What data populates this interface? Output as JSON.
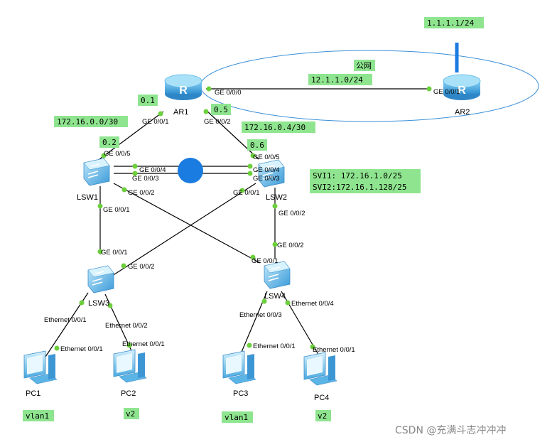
{
  "colors": {
    "link": "#000000",
    "port_dot": "#6ccf3c",
    "tag_bg": "#8fe58f",
    "cloud_stroke": "#3a8fd8",
    "eth_trunk": "#1a7be0",
    "uplink": "#1a7be0",
    "device_blue": "#4fb3e8"
  },
  "devices": {
    "ar1": "AR1",
    "ar2": "AR2",
    "lsw1": "LSW1",
    "lsw2": "LSW2",
    "lsw3": "LSW3",
    "lsw4": "LSW4",
    "pc1": "PC1",
    "pc2": "PC2",
    "pc3": "PC3",
    "pc4": "PC4"
  },
  "tags": {
    "public_ip": "1.1.1.1/24",
    "wan_net": "12.1.1.0/24",
    "public_net": "公网",
    "ar1_g001_ip": "0.1",
    "ar1_g002_ip": "0.5",
    "net_left": "172.16.0.0/30",
    "net_right": "172.16.0.4/30",
    "lsw1_ip": "0.2",
    "lsw2_ip": "0.6",
    "svi1": "SVI1: 172.16.1.0/25",
    "svi2": "SVI2:172.16.1.128/25",
    "pc1_vlan": "vlan1",
    "pc2_vlan": "v2",
    "pc3_vlan": "vlan1",
    "pc4_vlan": "v2"
  },
  "ports": {
    "ar1_g000": "GE 0/0/0",
    "ar2_g001": "GE 0/0/1",
    "ar1_g001": "GE 0/0/1",
    "ar1_g002": "GE 0/0/2",
    "lsw1_g005": "GE 0/0/5",
    "lsw1_g004": "GE 0/0/4",
    "lsw1_g003": "GE 0/0/3",
    "lsw1_g002": "GE 0/0/2",
    "lsw1_g001": "GE 0/0/1",
    "lsw2_g005": "GE 0/0/5",
    "lsw2_g004": "GE 0/0/4",
    "lsw2_g003": "GE 0/0/3",
    "lsw2_g001": "GE 0/0/1",
    "lsw2_g002": "GE 0/0/2",
    "lsw3_g001": "GE 0/0/1",
    "lsw3_g002": "GE 0/0/2",
    "lsw4_g002": "GE 0/0/2",
    "lsw4_g001": "GE 0/0/1",
    "lsw3_e001": "Ethernet 0/0/1",
    "lsw3_e002": "Ethernet 0/0/2",
    "lsw4_e003": "Ethernet 0/0/3",
    "lsw4_e004": "Ethernet 0/0/4",
    "pc1_e001": "Ethernet 0/0/1",
    "pc2_e001": "Ethernet 0/0/1",
    "pc3_e001": "Ethernet 0/0/1",
    "pc4_e001": "Ethernet 0/0/1"
  },
  "watermark": "CSDN @充满斗志冲冲冲"
}
